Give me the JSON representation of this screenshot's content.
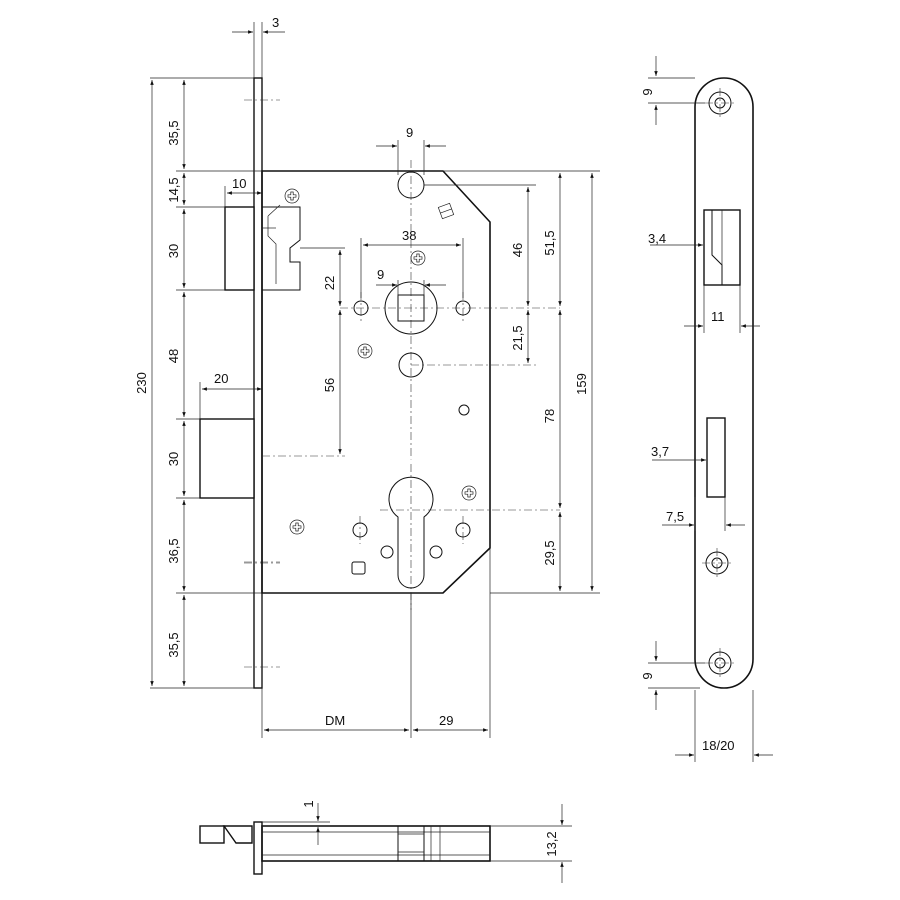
{
  "drawing": {
    "labels": {
      "faceplate_thickness": "3",
      "top_to_case": "35,5",
      "case_to_latch": "14,5",
      "latch_height": "30",
      "latch_to_bolt": "48",
      "bolt_height": "30",
      "bolt_to_bottom_case": "36,5",
      "bottom_end": "35,5",
      "total_height": "230",
      "latch_projection": "10",
      "bolt_projection": "20",
      "top_hole_width": "9",
      "screw_spacing": "38",
      "spindle_square": "9",
      "top_to_spindle": "22",
      "follower_to_lever": "56",
      "case_to_spindle": "46",
      "case_to_hole": "51,5",
      "spindle_to_hole": "21,5",
      "spindle_to_cylinder": "78",
      "case_height": "159",
      "cylinder_to_bottom": "29,5",
      "backset": "DM",
      "backset_depth": "29",
      "side_top_hole": "9",
      "side_latch_offset": "3,4",
      "side_latch_width": "11",
      "side_bolt_offset": "3,7",
      "side_bolt_width": "7,5",
      "side_bottom_hole": "9",
      "side_faceplate_width": "18/20",
      "bottom_offset": "1",
      "bottom_thickness": "13,2"
    }
  }
}
